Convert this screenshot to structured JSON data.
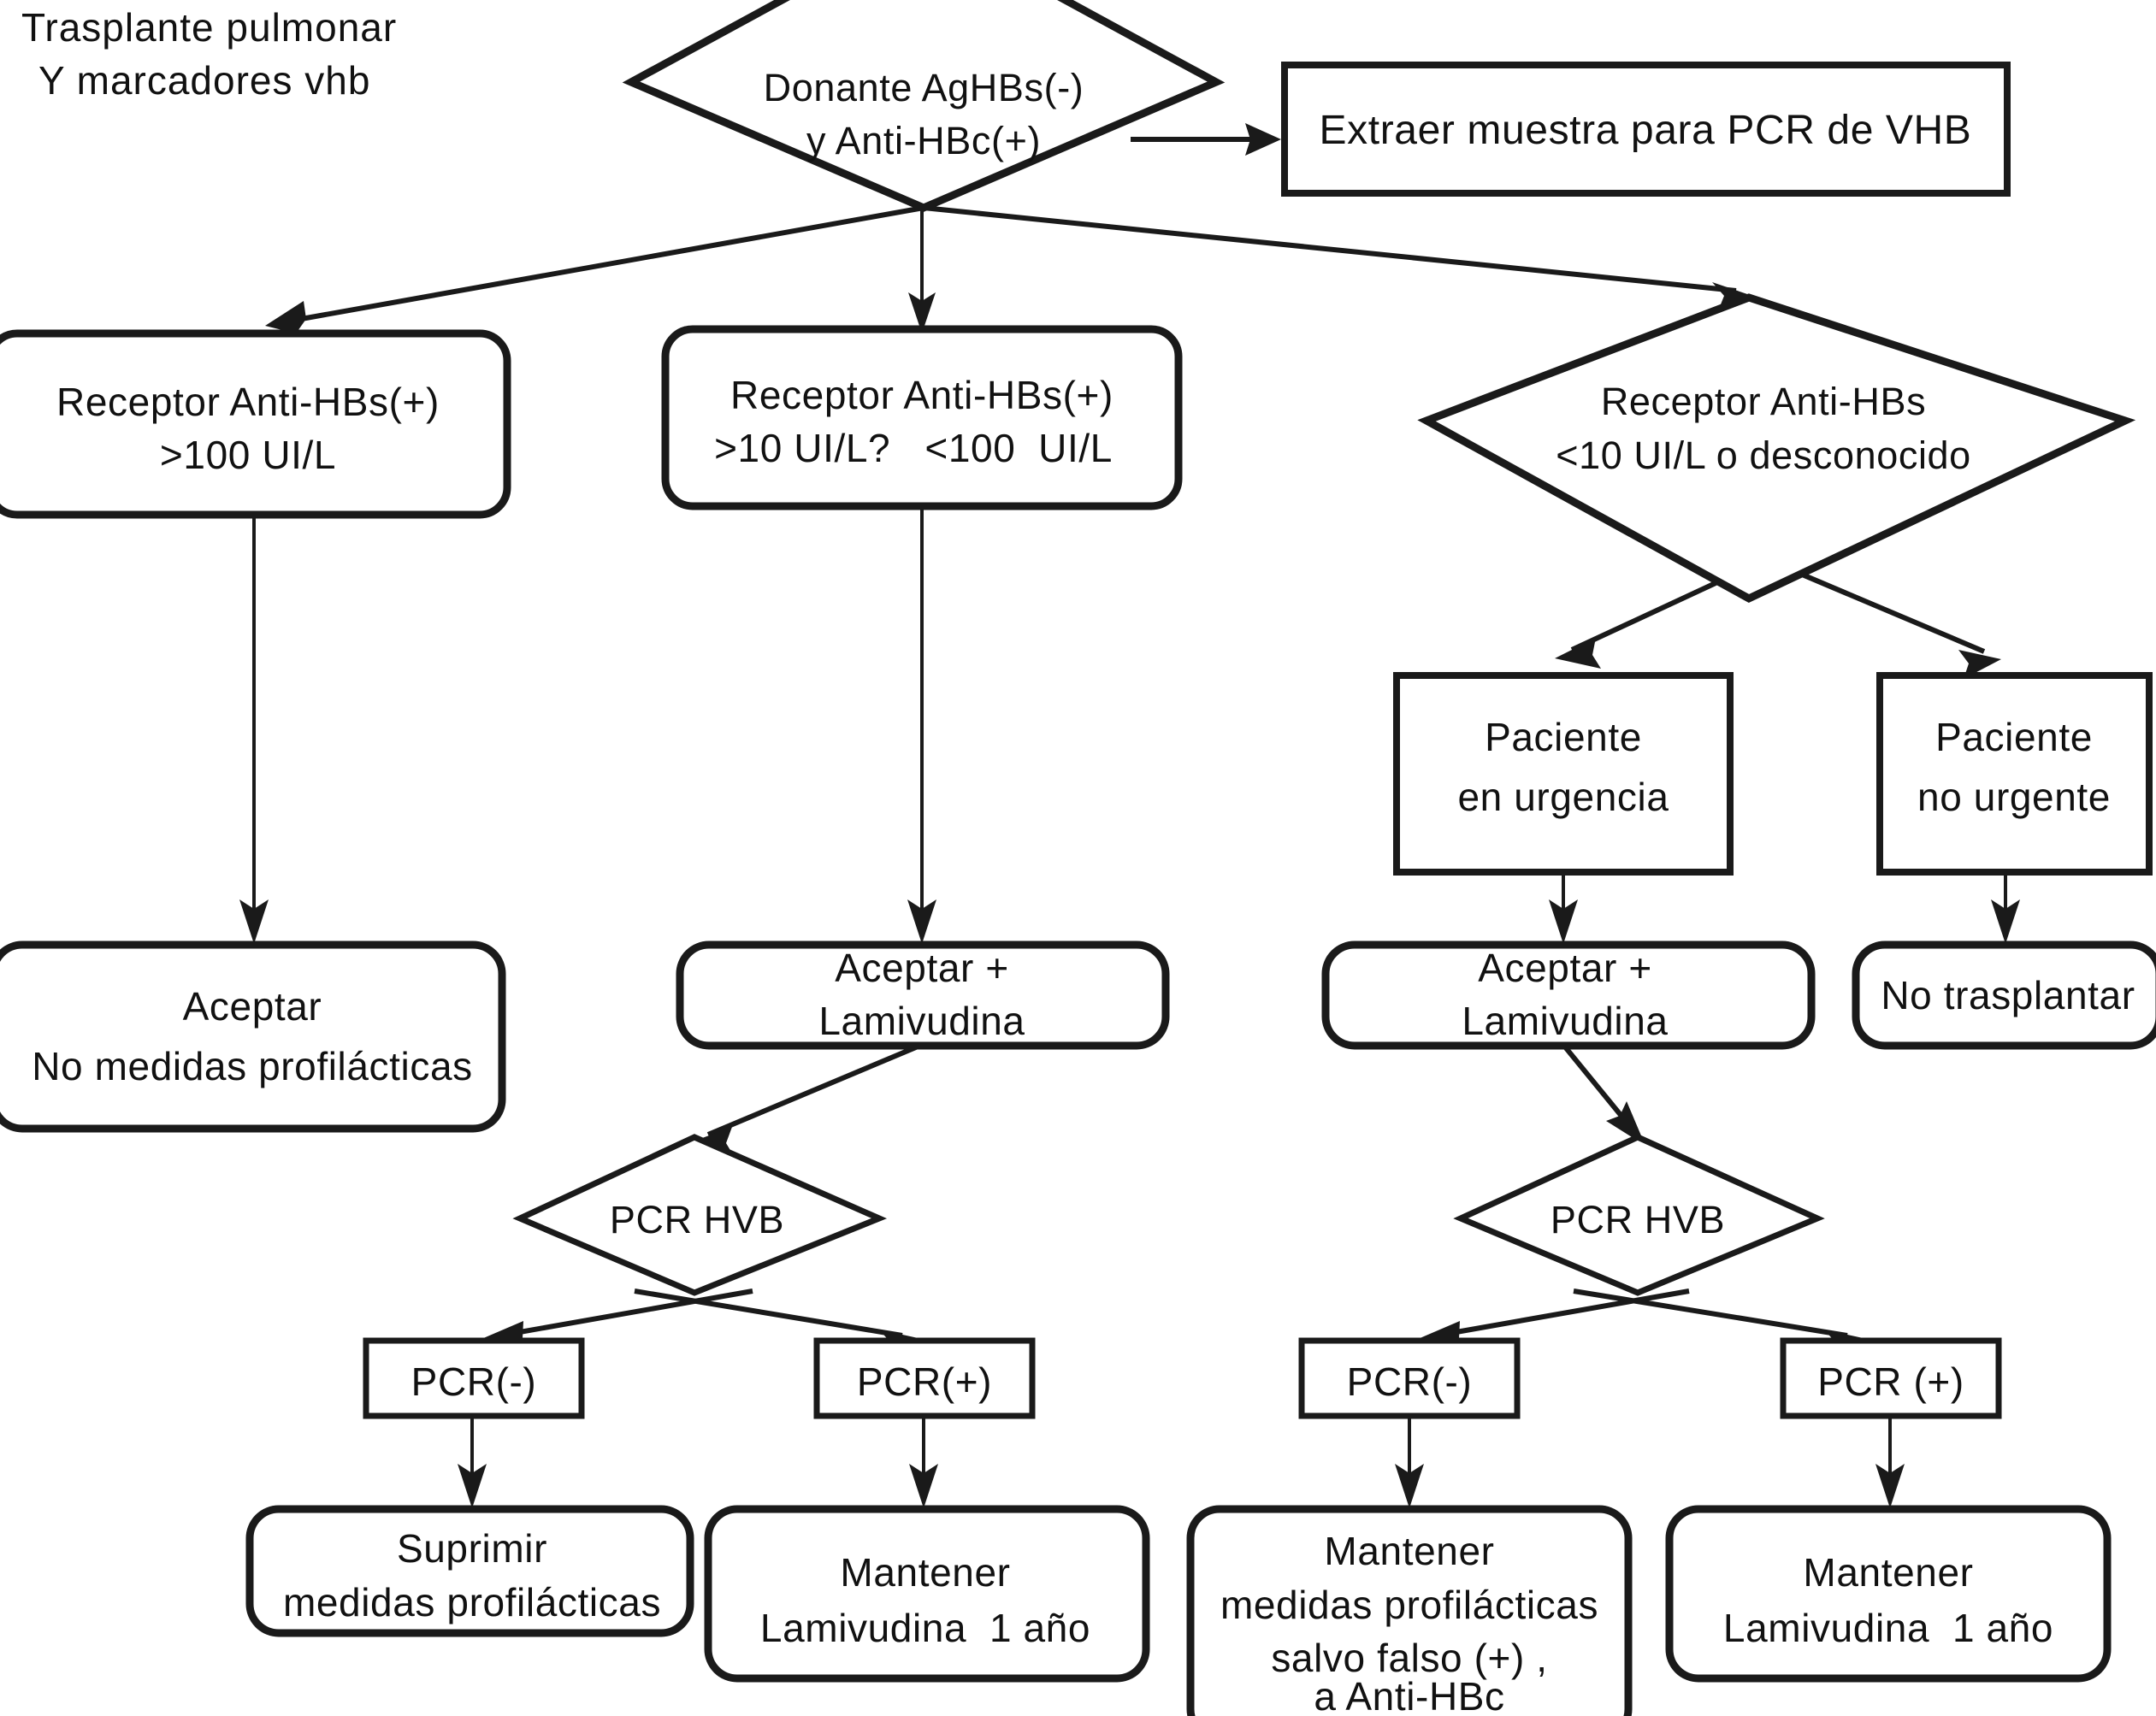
{
  "diagram": {
    "title_line1": "Trasplante pulmonar",
    "title_line2": "Y marcadores vhb",
    "colors": {
      "stroke": "#1a1a1a",
      "fill": "#ffffff",
      "text": "#111111"
    },
    "nodes": {
      "donor_decision": {
        "shape": "diamond",
        "line1": "Donante AgHBs(-)",
        "line2": "y Anti-HBc(+)"
      },
      "extract_sample": {
        "shape": "rect",
        "line1": "Extraer muestra para PCR de VHB"
      },
      "recipient_gt100": {
        "shape": "rounded-rect",
        "line1": "Receptor Anti-HBs(+)",
        "line2": ">100 UI/L"
      },
      "recipient_10_100": {
        "shape": "rounded-rect",
        "line1": "Receptor Anti-HBs(+)",
        "line2": ">10 UI/L?   <100  UI/L"
      },
      "recipient_lt10": {
        "shape": "diamond",
        "line1": "Receptor Anti-HBs",
        "line2": "<10 UI/L o desconocido"
      },
      "patient_urgent": {
        "shape": "rect",
        "line1": "Paciente",
        "line2": "en urgencia"
      },
      "patient_not_urgent": {
        "shape": "rect",
        "line1": "Paciente",
        "line2": "no urgente"
      },
      "accept_no_prophylaxis": {
        "shape": "rounded-rect",
        "line1": "Aceptar",
        "line2": "No medidas profilácticas"
      },
      "accept_lamivudine_center": {
        "shape": "rounded-rect",
        "line1": "Aceptar +",
        "line2": "Lamivudina"
      },
      "accept_lamivudine_right": {
        "shape": "rounded-rect",
        "line1": "Aceptar +",
        "line2": "Lamivudina"
      },
      "no_transplant": {
        "shape": "rounded-rect",
        "line1": "No trasplantar"
      },
      "pcr_hvb_center": {
        "shape": "diamond",
        "line1": "PCR HVB"
      },
      "pcr_hvb_right": {
        "shape": "diamond",
        "line1": "PCR HVB"
      },
      "pcr_neg_center": {
        "shape": "rect",
        "line1": "PCR(-)"
      },
      "pcr_pos_center": {
        "shape": "rect",
        "line1": "PCR(+)"
      },
      "pcr_neg_right": {
        "shape": "rect",
        "line1": "PCR(-)"
      },
      "pcr_pos_right": {
        "shape": "rect",
        "line1": "PCR (+)"
      },
      "suppress_prophylaxis": {
        "shape": "rounded-rect",
        "line1": "Suprimir",
        "line2": "medidas profilácticas"
      },
      "maintain_lamivudine_center": {
        "shape": "rounded-rect",
        "line1": "Mantener",
        "line2": "Lamivudina  1 año"
      },
      "maintain_prophylaxis_right": {
        "shape": "rounded-rect",
        "line1": "Mantener",
        "line2": "medidas profilácticas",
        "line3": "salvo falso (+) ,",
        "line4": "a Anti-HBc"
      },
      "maintain_lamivudine_right": {
        "shape": "rounded-rect",
        "line1": "Mantener",
        "line2": "Lamivudina  1 año"
      }
    }
  }
}
